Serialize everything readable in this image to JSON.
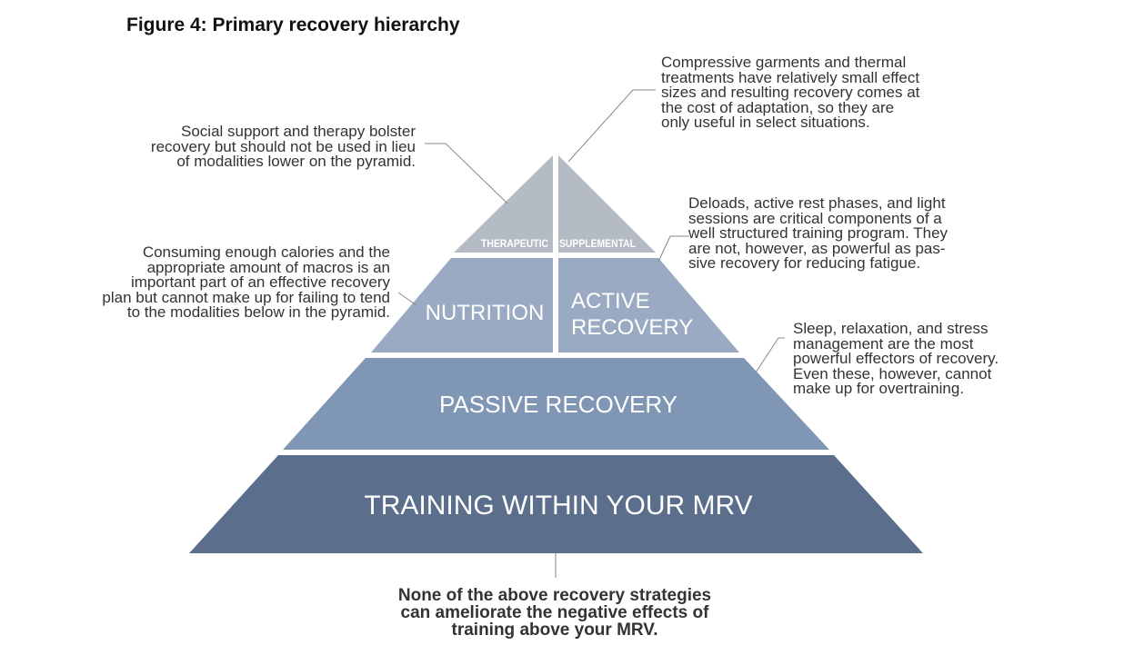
{
  "figure_title": "Figure 4: Primary recovery hierarchy",
  "tiers": {
    "therapeutic": "THERAPEUTIC",
    "supplemental": "SUPPLEMENTAL",
    "nutrition": "NUTRITION",
    "active_recovery": [
      "ACTIVE",
      "RECOVERY"
    ],
    "passive_recovery": "PASSIVE RECOVERY",
    "training": "TRAINING WITHIN YOUR MRV"
  },
  "notes": {
    "social_support": [
      "Social support and therapy bolster",
      "recovery but should not be used in lieu",
      "of modalities lower on the pyramid."
    ],
    "compressive": [
      "Compressive garments and thermal",
      "treatments have relatively small effect",
      "sizes and resulting recovery comes at",
      "the cost of adaptation, so they are",
      "only useful in select situations."
    ],
    "deloads": [
      "Deloads, active rest phases, and light",
      "sessions are critical components of a",
      "well structured training program. They",
      "are not, however, as powerful as pas-",
      "sive recovery for reducing fatigue."
    ],
    "calories": [
      "Consuming enough calories and the",
      "appropriate amount of macros is an",
      "important part of an effective recovery",
      "plan but cannot make up for failing to tend",
      "to the modalities below in the pyramid."
    ],
    "sleep": [
      "Sleep, relaxation, and stress",
      "management are the most",
      "powerful effectors of recovery.",
      "Even these, however, cannot",
      "make up for overtraining."
    ],
    "bottom": [
      "None of the above recovery strategies",
      "can ameliorate the negative effects of",
      "training above your MRV."
    ]
  },
  "colors": {
    "top_tier": "#b4bbc5",
    "nutrition_tier": "#9aaac2",
    "passive_tier": "#7f96b4",
    "base_tier": "#5b6f8c",
    "leader_line": "#888888"
  }
}
